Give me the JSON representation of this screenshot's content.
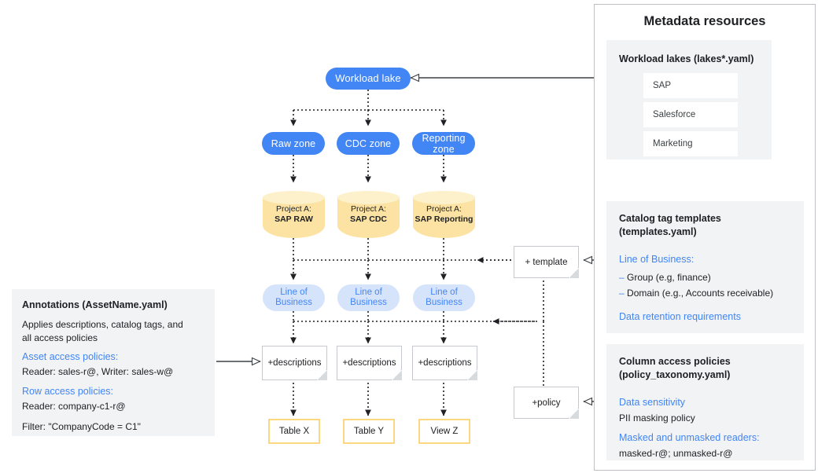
{
  "diagram": {
    "title": "Metadata resources"
  },
  "flow": {
    "lake": {
      "label": "Workload lake"
    },
    "zones": [
      {
        "label": "Raw zone"
      },
      {
        "label": "CDC zone"
      },
      {
        "label": "Reporting zone"
      }
    ],
    "projects": [
      {
        "prefix": "Project A:",
        "name": "SAP RAW"
      },
      {
        "prefix": "Project A:",
        "name": "SAP CDC"
      },
      {
        "prefix": "Project A:",
        "name": "SAP Reporting"
      }
    ],
    "tags": [
      {
        "label": "Line of Business"
      },
      {
        "label": "Line of Business"
      },
      {
        "label": "Line of Business"
      }
    ],
    "descriptions": [
      {
        "label": "+descriptions"
      },
      {
        "label": "+descriptions"
      },
      {
        "label": "+descriptions"
      }
    ],
    "assets": [
      {
        "label": "Table X"
      },
      {
        "label": "Table Y"
      },
      {
        "label": "View Z"
      }
    ],
    "template_note": {
      "label": "+ template"
    },
    "policy_note": {
      "label": "+policy"
    }
  },
  "annotations": {
    "title": "Annotations (AssetName.yaml)",
    "description_line1": "Applies descriptions, catalog tags, and",
    "description_line2": "all access policies",
    "asset_policies_heading": "Asset access policies:",
    "asset_policies_value": "Reader: sales-r@, Writer: sales-w@",
    "row_policies_heading": "Row access policies:",
    "row_policies_value": "Reader: company-c1-r@",
    "filter_value": "Filter: \"CompanyCode = C1\""
  },
  "metadata_panel": {
    "title": "Metadata resources",
    "workload_lakes": {
      "heading": "Workload lakes (lakes*.yaml)",
      "items": [
        {
          "label": "SAP"
        },
        {
          "label": "Salesforce"
        },
        {
          "label": "Marketing"
        }
      ]
    },
    "catalog_templates": {
      "heading_line1": "Catalog tag templates",
      "heading_line2": "(templates.yaml)",
      "accent1": "Line of Business:",
      "bullet1": "Group (e.g, finance)",
      "bullet2": "Domain (e.g., Accounts receivable)",
      "accent2": "Data retention requirements"
    },
    "column_policies": {
      "heading_line1": "Column access policies",
      "heading_line2": "(policy_taxonomy.yaml)",
      "accent1": "Data sensitivity",
      "plain1": "PII masking policy",
      "accent2": "Masked and unmasked readers:",
      "plain2": "masked-r@; unmasked-r@"
    }
  },
  "colors": {
    "primary_blue": "#4285f4",
    "tag_blue": "#d6e4fb",
    "cylinder_body": "#fce3a3",
    "cylinder_top": "#fdf1cb",
    "amber_border": "#fbd77f",
    "panel_gray": "#f1f3f4",
    "connector": "#202124"
  }
}
